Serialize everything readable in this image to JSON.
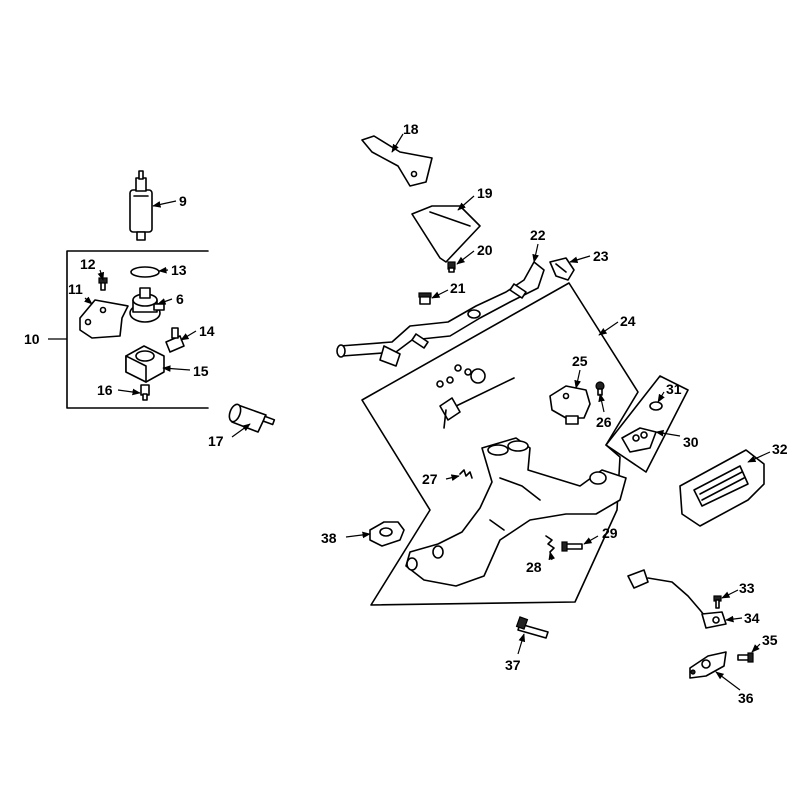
{
  "callouts": {
    "c6": "6",
    "c9": "9",
    "c10": "10",
    "c11": "11",
    "c12": "12",
    "c13": "13",
    "c14": "14",
    "c15": "15",
    "c16": "16",
    "c17": "17",
    "c18": "18",
    "c19": "19",
    "c20": "20",
    "c21": "21",
    "c22": "22",
    "c23": "23",
    "c24": "24",
    "c25": "25",
    "c26": "26",
    "c27": "27",
    "c28": "28",
    "c29": "29",
    "c30": "30",
    "c31": "31",
    "c32": "32",
    "c33": "33",
    "c34": "34",
    "c35": "35",
    "c36": "36",
    "c37": "37",
    "c38": "38"
  }
}
